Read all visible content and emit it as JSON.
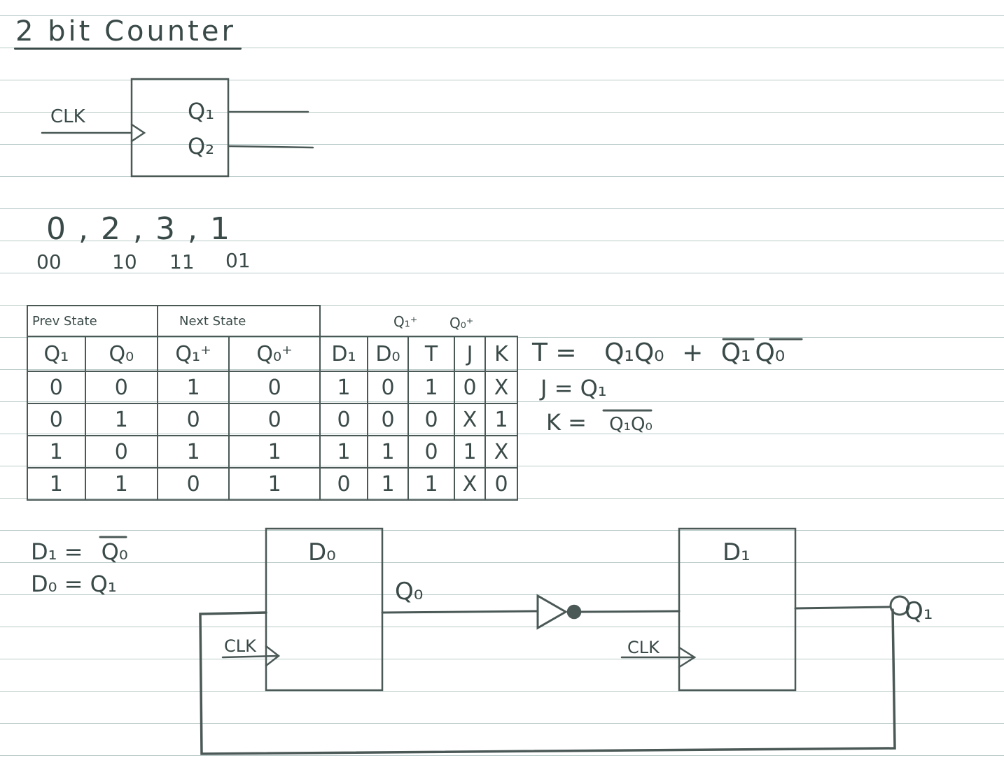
{
  "title": "2 bit Counter",
  "block": {
    "clk": "CLK",
    "q1": "Q₁",
    "q2": "Q₂"
  },
  "sequence": {
    "states": [
      "0",
      ",",
      "2",
      ",",
      "3",
      ",",
      "1"
    ],
    "binary": [
      "00",
      "10",
      "11",
      "01"
    ]
  },
  "table": {
    "group_prev": "Prev State",
    "group_next": "Next State",
    "extra_q1": "Q₁⁺",
    "extra_q0": "Q₀⁺",
    "headers": [
      "Q₁",
      "Q₀",
      "Q₁⁺",
      "Q₀⁺",
      "D₁",
      "D₀",
      "T",
      "J",
      "K"
    ],
    "rows": [
      [
        "0",
        "0",
        "1",
        "0",
        "1",
        "0",
        "1",
        "0",
        "X"
      ],
      [
        "0",
        "1",
        "0",
        "0",
        "0",
        "0",
        "0",
        "X",
        "1"
      ],
      [
        "1",
        "0",
        "1",
        "1",
        "1",
        "1",
        "0",
        "1",
        "X"
      ],
      [
        "1",
        "1",
        "0",
        "1",
        "0",
        "1",
        "1",
        "X",
        "0"
      ]
    ]
  },
  "equations": {
    "t_lhs": "T =",
    "t_term1": "Q₁Q₀",
    "t_plus": "+",
    "t_term2a": "Q₁",
    "t_term2b": "Q₀",
    "j": "J = Q₁",
    "k_lhs": "K =",
    "k_rhs": "Q₁Q₀",
    "d1_lhs": "D₁ =",
    "d1_rhs": "Q₀",
    "d0": "D₀ = Q₁"
  },
  "circuit": {
    "d0_label": "D₀",
    "d1_label": "D₁",
    "q0_label": "Q₀",
    "q1_label": "Q₁",
    "clk_a": "CLK",
    "clk_b": "CLK"
  }
}
